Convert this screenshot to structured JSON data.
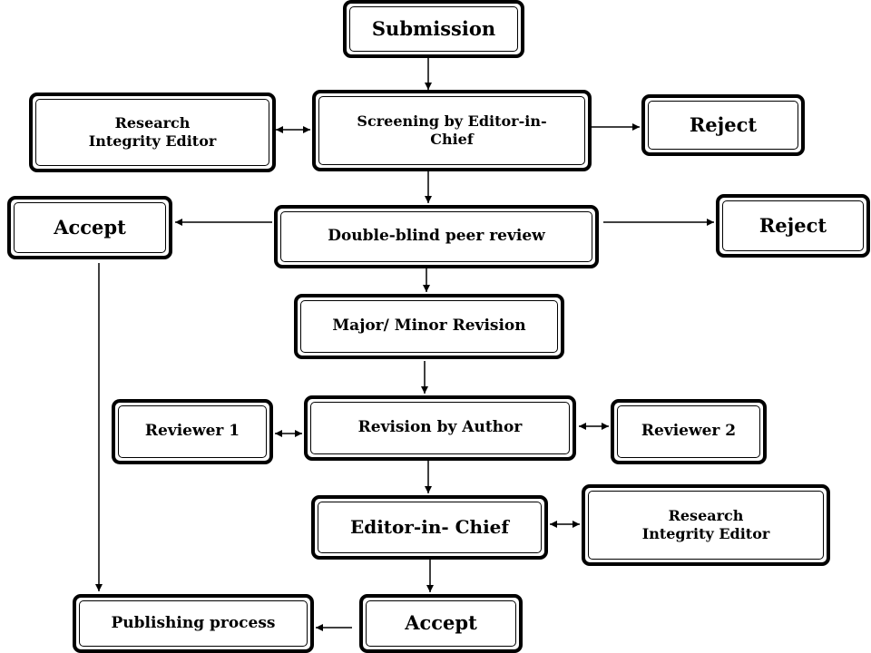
{
  "nodes": {
    "submission": "Submission",
    "research_integrity_editor_top": "Research Integrity Editor",
    "screening": "Screening by Editor-in-Chief",
    "reject_top": "Reject",
    "accept_left": "Accept",
    "peer_review": "Double-blind peer review",
    "reject_right": "Reject",
    "major_minor_revision": "Major/ Minor Revision",
    "reviewer_1": "Reviewer 1",
    "revision_by_author": "Revision by Author",
    "reviewer_2": "Reviewer 2",
    "editor_in_chief": "Editor-in- Chief",
    "research_integrity_editor_bottom": "Research Integrity Editor",
    "publishing_process": "Publishing process",
    "accept_bottom": "Accept"
  }
}
